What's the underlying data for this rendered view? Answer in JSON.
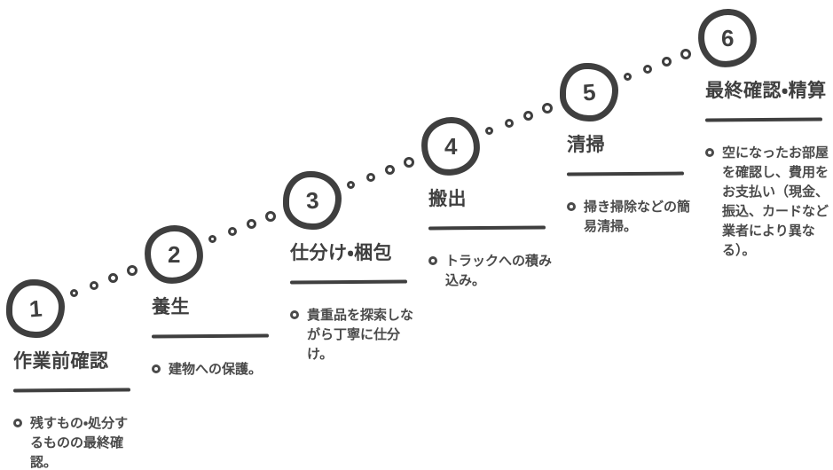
{
  "colors": {
    "ink": "#3f3f3f",
    "text": "#4a4a4a",
    "background": "#ffffff"
  },
  "diagram": {
    "type": "step-process",
    "direction": "ascending-left-to-right",
    "step_count": 6
  },
  "steps": [
    {
      "number": "1",
      "title": "作業前確認",
      "bullets": [
        "残すもの・処分するものの最終確認。"
      ]
    },
    {
      "number": "2",
      "title": "養生",
      "bullets": [
        "建物への保護。"
      ]
    },
    {
      "number": "3",
      "title": "仕分け・梱包",
      "bullets": [
        "貴重品を探索しながら丁寧に仕分け。"
      ]
    },
    {
      "number": "4",
      "title": "搬出",
      "bullets": [
        "トラックへの積み込み。"
      ]
    },
    {
      "number": "5",
      "title": "清掃",
      "bullets": [
        "掃き掃除などの簡易清掃。"
      ]
    },
    {
      "number": "6",
      "title": "最終確認・精算",
      "bullets": [
        "空になったお部屋を確認し、費用をお支払い（現金、振込、カードなど業者により異なる）。"
      ]
    }
  ]
}
